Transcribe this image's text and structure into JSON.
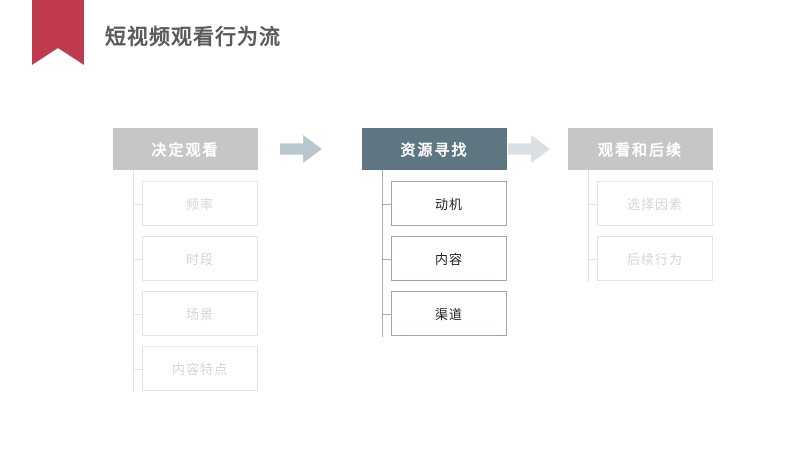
{
  "page": {
    "title": "短视频观看行为流",
    "accent_color": "#c03a4e",
    "highlight_color": "#5d7682",
    "muted_color": "#c6c6c6"
  },
  "ribbon": {
    "icon": "ribbon-banner-shape"
  },
  "flow": {
    "columns": [
      {
        "id": "decide-watch",
        "header": "决定观看",
        "state": "muted",
        "items": [
          {
            "label": "频率"
          },
          {
            "label": "时段"
          },
          {
            "label": "场景"
          },
          {
            "label": "内容特点"
          }
        ]
      },
      {
        "id": "resource-seeking",
        "header": "资源寻找",
        "state": "active",
        "items": [
          {
            "label": "动机"
          },
          {
            "label": "内容"
          },
          {
            "label": "渠道"
          }
        ]
      },
      {
        "id": "watch-and-after",
        "header": "观看和后续",
        "state": "muted",
        "items": [
          {
            "label": "选择因素"
          },
          {
            "label": "后续行为"
          }
        ]
      }
    ],
    "arrows": [
      {
        "id": "arrow-1",
        "icon": "arrow-right-icon",
        "color": "#b8c6ce"
      },
      {
        "id": "arrow-2",
        "icon": "arrow-right-icon",
        "color": "#d9dfe2"
      }
    ]
  }
}
